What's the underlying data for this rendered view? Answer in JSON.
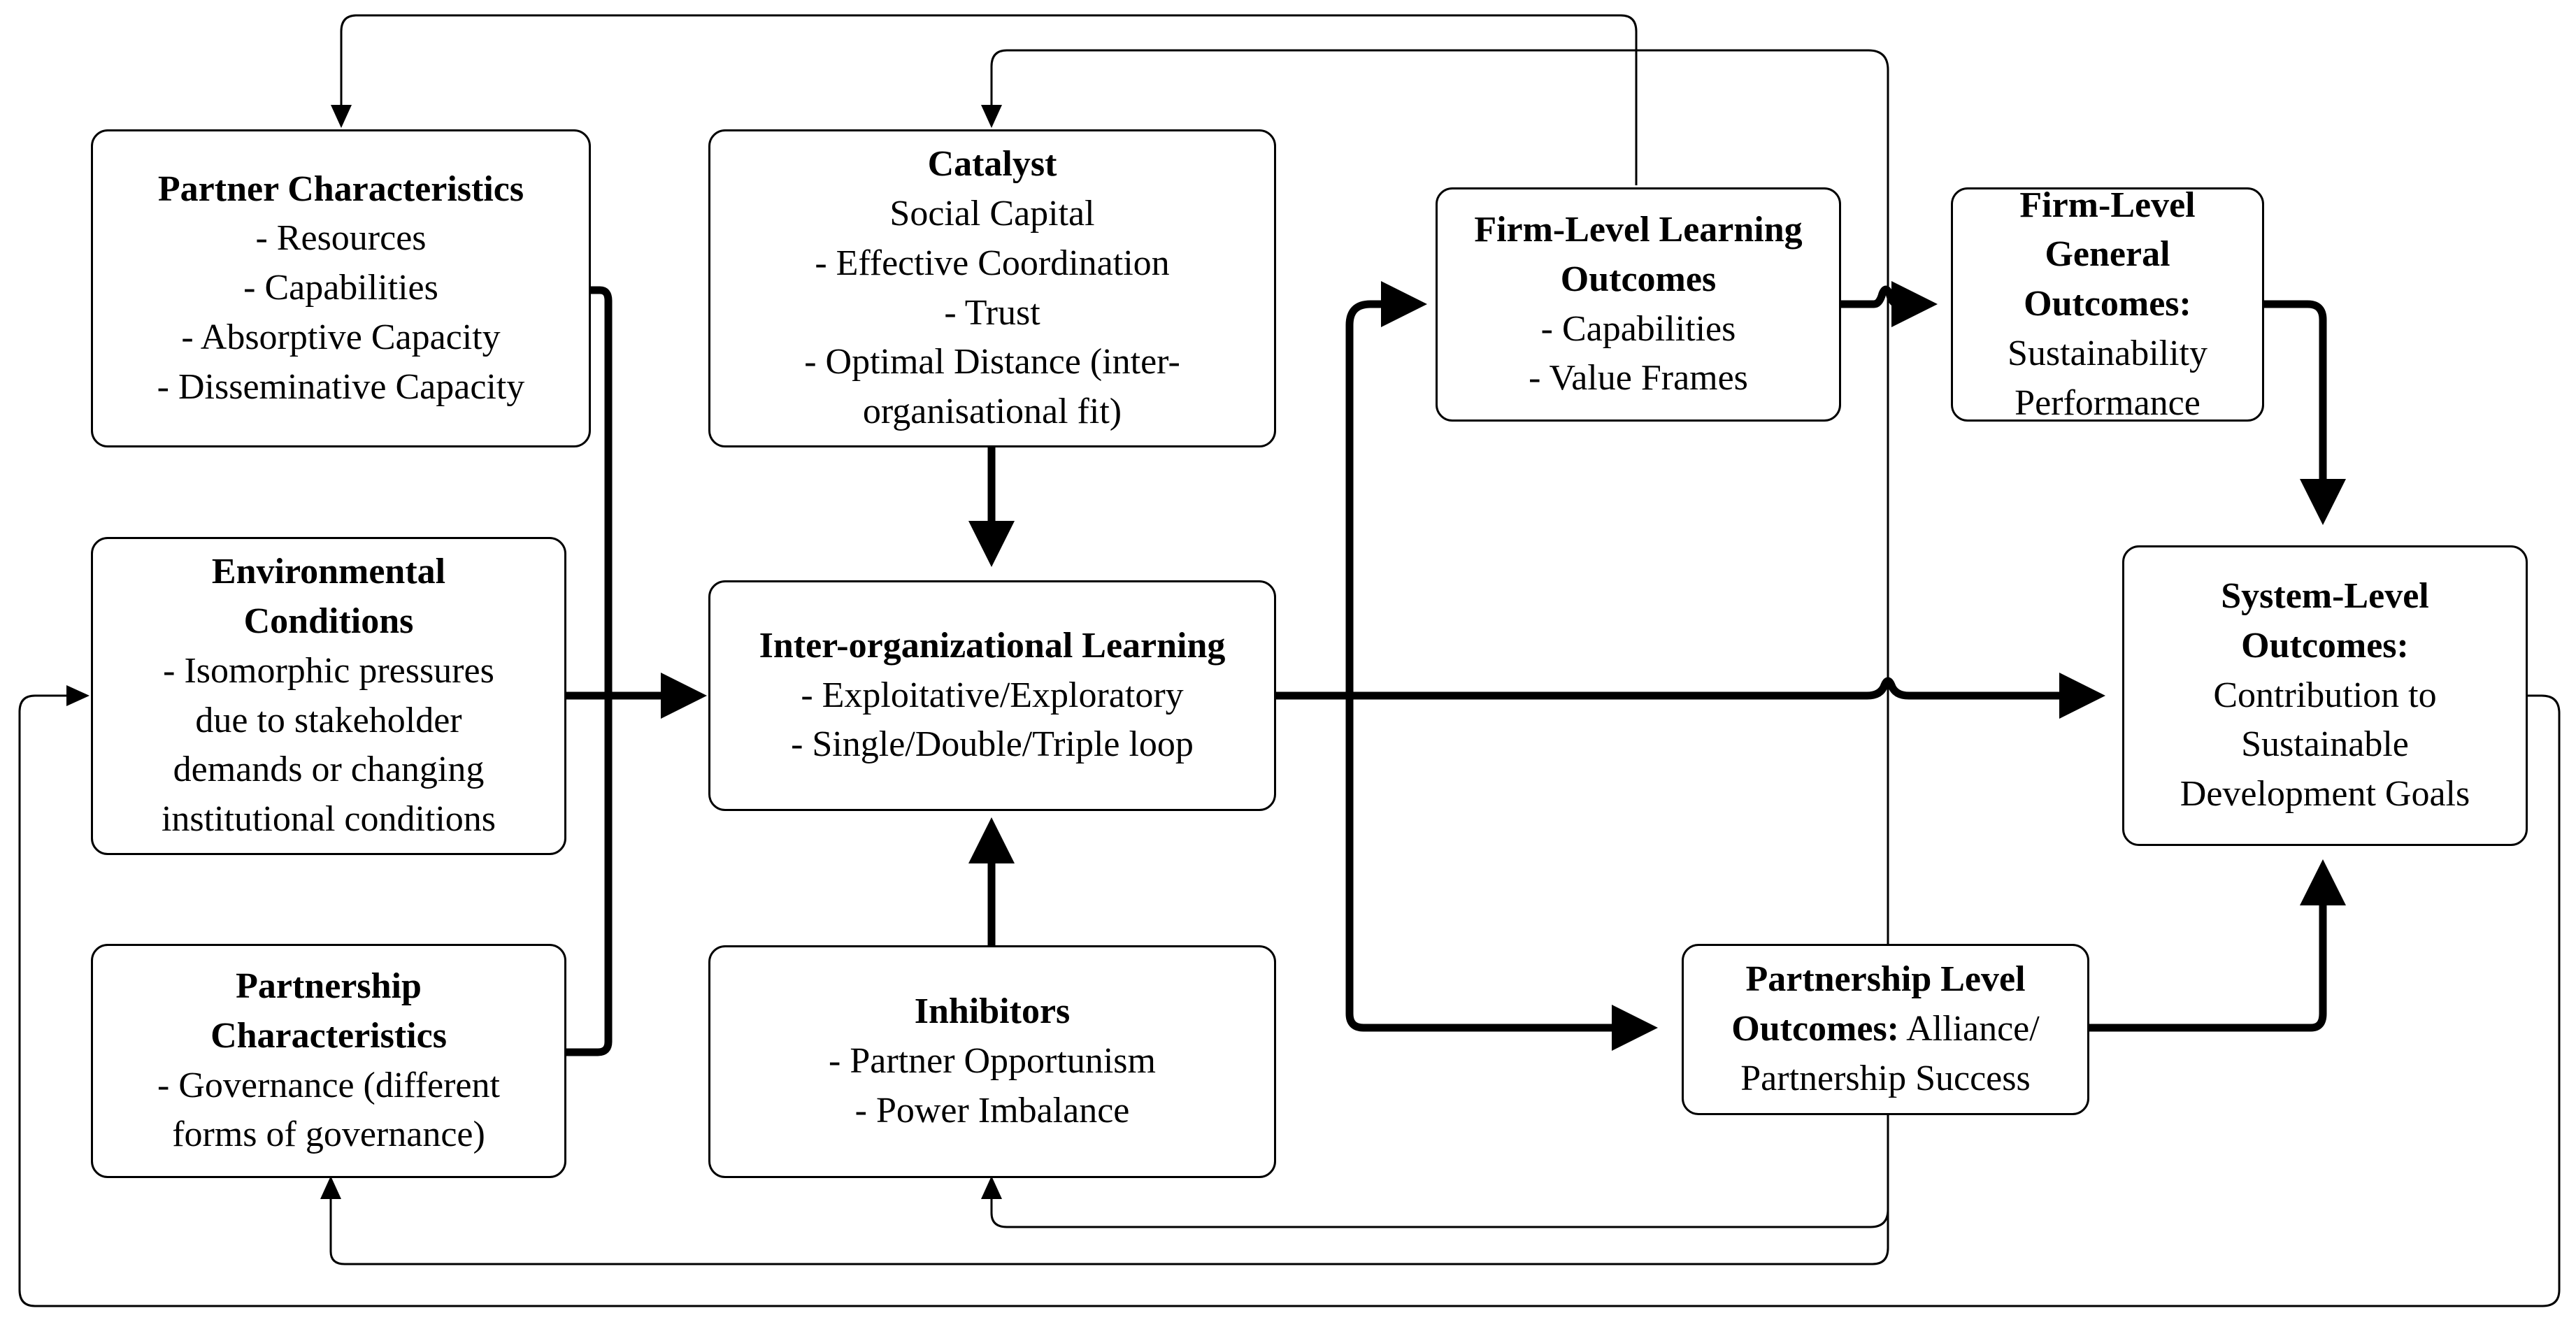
{
  "boxes": {
    "partner_characteristics": {
      "title": "Partner Characteristics",
      "items": [
        "- Resources",
        "- Capabilities",
        "- Absorptive Capacity",
        "- Disseminative Capacity"
      ]
    },
    "environmental_conditions": {
      "title_lines": [
        "Environmental",
        "Conditions"
      ],
      "items": [
        "- Isomorphic pressures",
        "due to stakeholder",
        "demands or changing",
        "institutional conditions"
      ]
    },
    "partnership_characteristics": {
      "title_lines": [
        "Partnership",
        "Characteristics"
      ],
      "items": [
        "- Governance (different",
        "forms of governance)"
      ]
    },
    "catalyst": {
      "title": "Catalyst",
      "items": [
        "Social Capital",
        "- Effective Coordination",
        "- Trust",
        "- Optimal Distance (inter-",
        "organisational fit)"
      ]
    },
    "inter_org_learning": {
      "title": "Inter-organizational Learning",
      "items": [
        "- Exploitative/Exploratory",
        "- Single/Double/Triple loop"
      ]
    },
    "inhibitors": {
      "title": "Inhibitors",
      "items": [
        "- Partner Opportunism",
        "- Power Imbalance"
      ]
    },
    "firm_learning_outcomes": {
      "title_lines": [
        "Firm-Level Learning",
        "Outcomes"
      ],
      "items": [
        "- Capabilities",
        "- Value Frames"
      ]
    },
    "firm_general_outcomes": {
      "title_lines": [
        "Firm-Level",
        "General",
        "Outcomes:"
      ],
      "items": [
        "Sustainability",
        "Performance"
      ]
    },
    "system_outcomes": {
      "title_lines": [
        "System-Level",
        "Outcomes:"
      ],
      "items": [
        "Contribution to",
        "Sustainable",
        "Development Goals"
      ]
    },
    "partnership_outcomes": {
      "title_line1": "Partnership Level",
      "title_line2_bold": "Outcomes:",
      "title_line2_rest": " Alliance/",
      "items": [
        "Partnership Success"
      ]
    }
  }
}
